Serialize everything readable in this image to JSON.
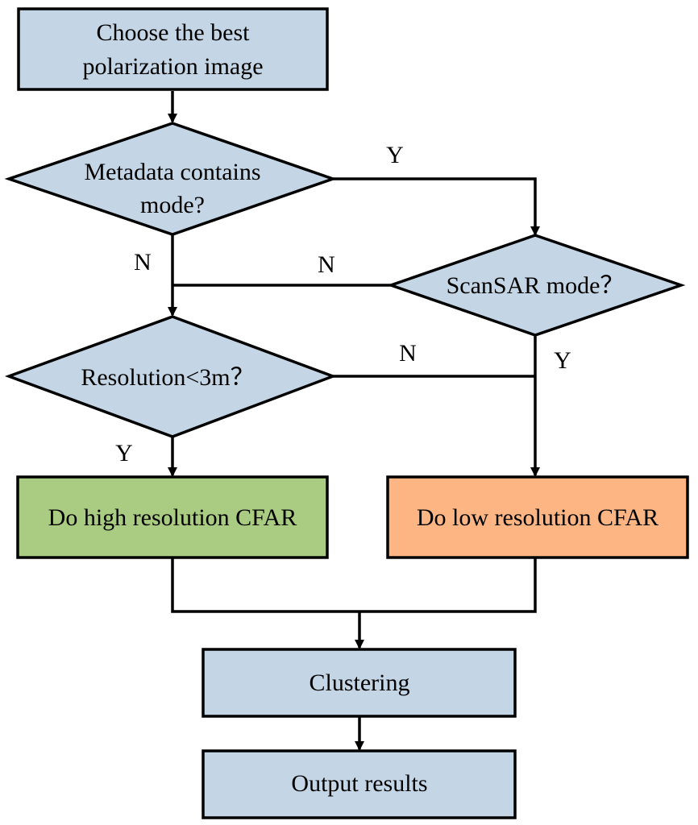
{
  "nodes": {
    "start": {
      "lines": [
        "Choose the best",
        "polarization image"
      ]
    },
    "metadata": {
      "lines": [
        "Metadata contains",
        "mode?"
      ]
    },
    "scansar": {
      "lines": [
        "ScanSAR mode？"
      ]
    },
    "resolution": {
      "lines": [
        "Resolution<3m？"
      ]
    },
    "high_cfar": {
      "lines": [
        "Do high resolution CFAR"
      ]
    },
    "low_cfar": {
      "lines": [
        "Do low resolution CFAR"
      ]
    },
    "clustering": {
      "lines": [
        "Clustering"
      ]
    },
    "output": {
      "lines": [
        "Output results"
      ]
    }
  },
  "edge_labels": {
    "metadata_yes": "Y",
    "metadata_no": "N",
    "scansar_no": "N",
    "scansar_yes": "Y",
    "resolution_no": "N",
    "resolution_yes": "Y"
  },
  "colors": {
    "process_fill": "#c4d6e6",
    "decision_fill": "#c4d6e6",
    "high_cfar_fill": "#a9cc82",
    "low_cfar_fill": "#fdb583",
    "stroke": "#000000"
  }
}
